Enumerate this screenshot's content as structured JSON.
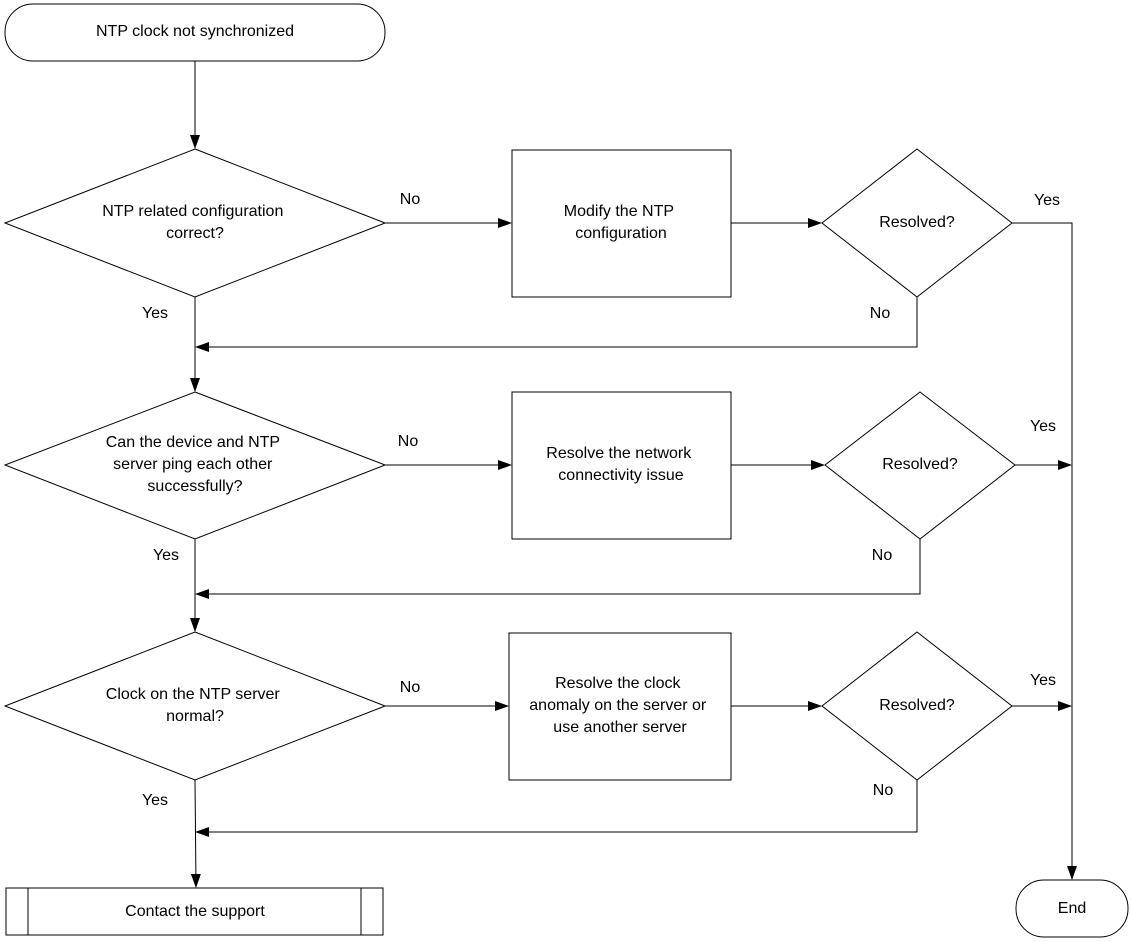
{
  "nodes": {
    "start": {
      "text": "NTP clock not synchronized"
    },
    "d1": {
      "lines": [
        "NTP related configuration",
        "correct?"
      ]
    },
    "p1": {
      "lines": [
        "Modify the NTP",
        "configuration"
      ]
    },
    "r1": {
      "text": "Resolved?"
    },
    "d2": {
      "lines": [
        "Can the device and NTP",
        "server ping each other",
        "successfully?"
      ]
    },
    "p2": {
      "lines": [
        "Resolve the network",
        "connectivity issue"
      ]
    },
    "r2": {
      "text": "Resolved?"
    },
    "d3": {
      "lines": [
        "Clock on the NTP server",
        "normal?"
      ]
    },
    "p3": {
      "lines": [
        "Resolve the clock",
        "anomaly on the server or",
        "use another server"
      ]
    },
    "r3": {
      "text": "Resolved?"
    },
    "support": {
      "text": "Contact the support"
    },
    "end": {
      "text": "End"
    }
  },
  "edge_labels": {
    "d1_no": "No",
    "d1_yes": "Yes",
    "r1_yes": "Yes",
    "r1_no": "No",
    "d2_no": "No",
    "d2_yes": "Yes",
    "r2_yes": "Yes",
    "r2_no": "No",
    "d3_no": "No",
    "d3_yes": "Yes",
    "r3_yes": "Yes",
    "r3_no": "No"
  },
  "colors": {
    "stroke": "#000000",
    "fill": "#ffffff",
    "text": "#000000"
  }
}
